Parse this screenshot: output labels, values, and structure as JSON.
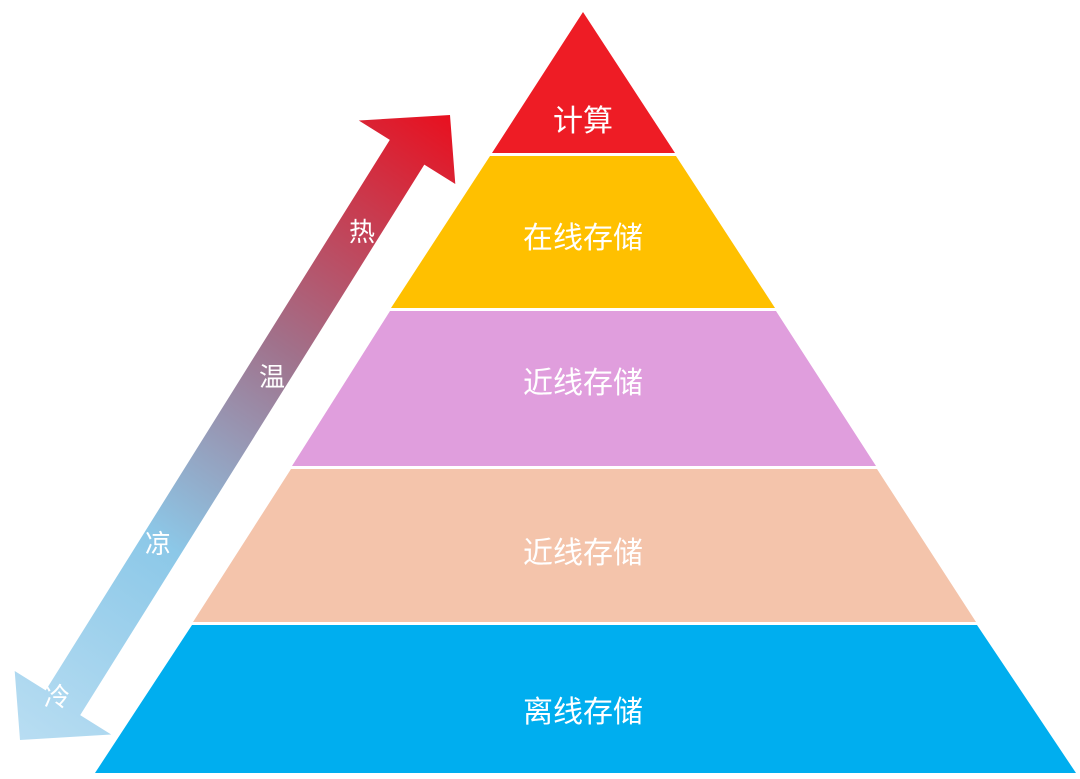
{
  "pyramid": {
    "tiers": [
      {
        "label": "计算",
        "color": "#EE1C25"
      },
      {
        "label": "在线存储",
        "color": "#FFC000"
      },
      {
        "label": "近线存储",
        "color": "#E09EDD"
      },
      {
        "label": "近线存储",
        "color": "#F4C4AB"
      },
      {
        "label": "离线存储",
        "color": "#00AEEF"
      }
    ]
  },
  "temperature_arrow": {
    "labels": {
      "hot": "热",
      "warm": "温",
      "cool": "凉",
      "cold": "冷"
    },
    "colors": {
      "hot": "#E8101F",
      "warm": "#A0728C",
      "cool": "#8CC8E8",
      "cold": "#B8DDF2"
    }
  }
}
